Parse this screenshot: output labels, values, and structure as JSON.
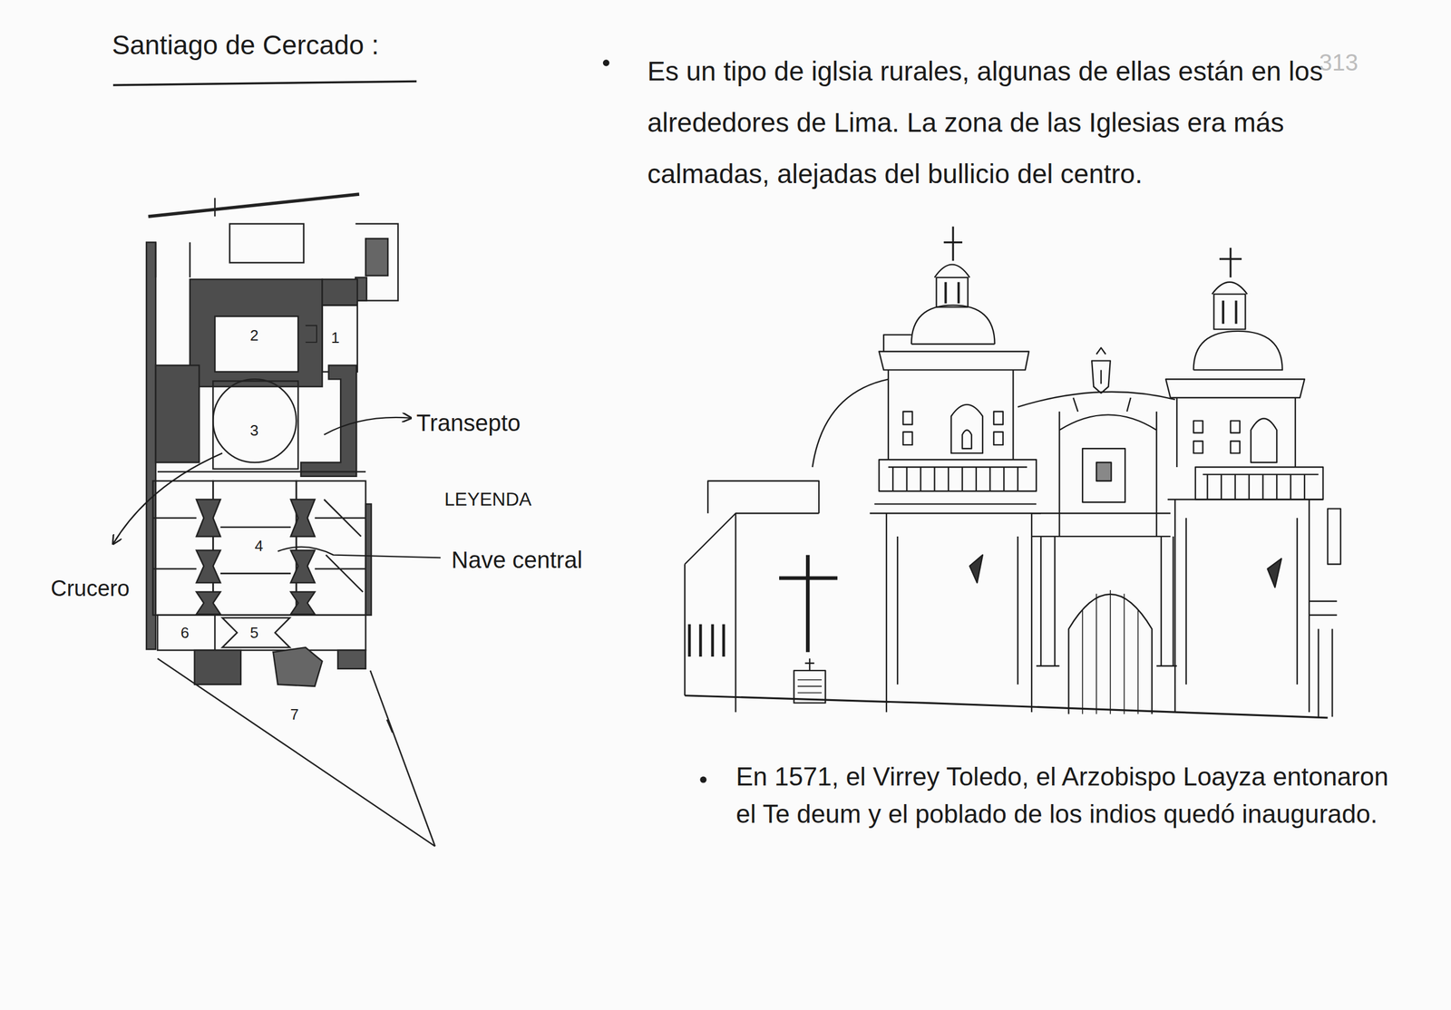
{
  "diagram": {
    "title": "Santiago de Cercado :",
    "labels": [
      "Es un tipo de iglsia rurales, algunas de ellas están en los alrededores de Lima. La zona de las Iglesias era más calmadas, alejadas del bullicio del centro.",
      "2",
      "1",
      "Transepto",
      "3",
      "LEYENDA",
      "4",
      "Nave central",
      "Crucero",
      "6",
      "5",
      "7",
      "En 1571, el Virrey Toledo, el Arzobispo Loayza entonaron el Te deum y el poblado de los indios quedó inaugurado.",
      "313"
    ]
  }
}
